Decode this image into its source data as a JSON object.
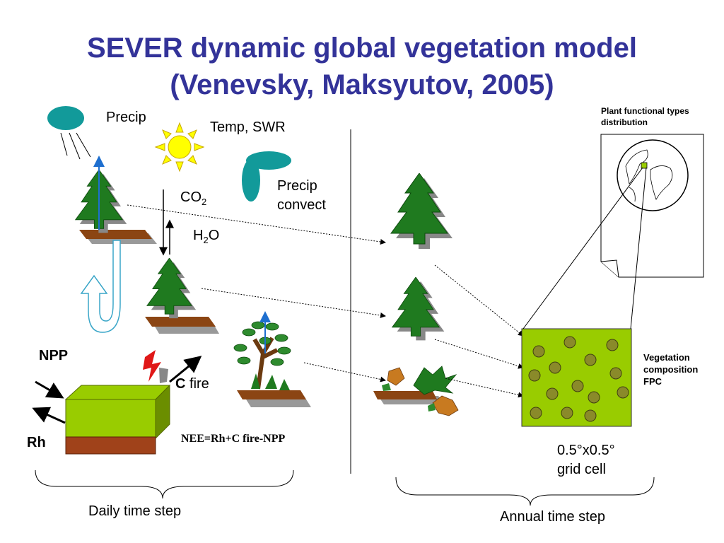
{
  "title": {
    "line1": "SEVER dynamic global vegetation model",
    "line2": "(Venevsky, Maksyutov, 2005)"
  },
  "labels": {
    "precip": "Precip",
    "temp_swr": "Temp, SWR",
    "co2_main": "CO",
    "co2_sub": "2",
    "h2o_h": "H",
    "h2o_sub": "2",
    "h2o_o": "O",
    "precip_convect_1": "Precip",
    "precip_convect_2": "convect",
    "npp": "NPP",
    "rh": "Rh",
    "c_bold": "C",
    "fire": " fire",
    "nee_equation": "NEE=Rh+C fire-NPP",
    "daily_time_step": "Daily time step",
    "annual_time_step": "Annual time step",
    "grid_cell_1": "0.5°x0.5°",
    "grid_cell_2": "grid cell",
    "pft_1": "Plant functional types",
    "pft_2": "distribution",
    "veg_1": "Vegetation",
    "veg_2": "composition",
    "veg_3": "FPC"
  },
  "colors": {
    "title": "#333399",
    "tree_green": "#1f7a1f",
    "soil_brown": "#8b4513",
    "grid_green": "#99cc00",
    "cloud_teal": "#129a9a",
    "sun_yellow": "#ffff00"
  }
}
